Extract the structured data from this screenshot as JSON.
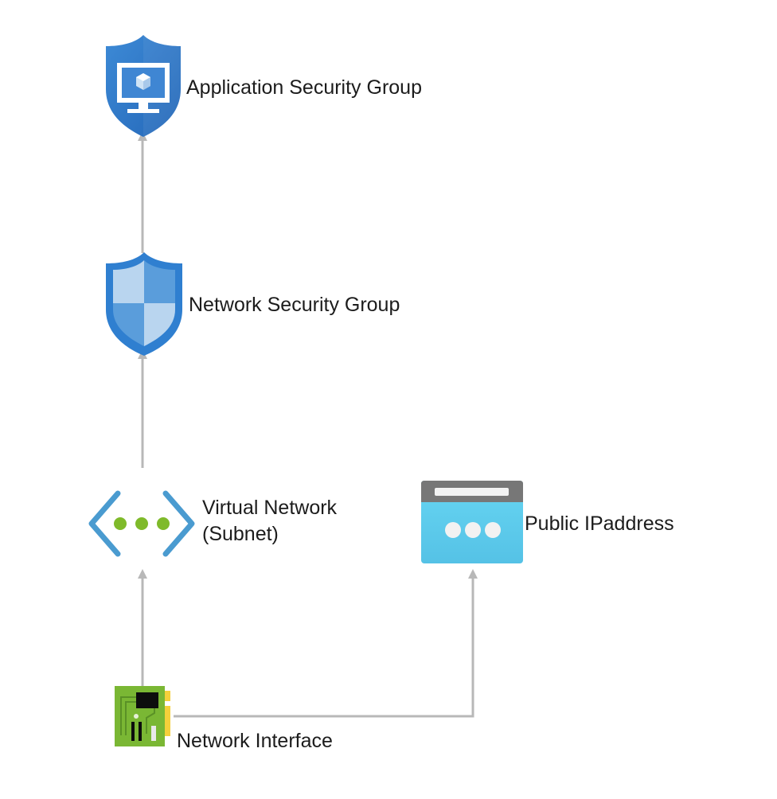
{
  "diagram": {
    "type": "architecture-dependency",
    "nodes": [
      {
        "id": "asg",
        "label": "Application Security Group",
        "icon": "application-security-group-icon"
      },
      {
        "id": "nsg",
        "label": "Network Security Group",
        "icon": "network-security-group-icon"
      },
      {
        "id": "vnet",
        "label_line1": "Virtual Network",
        "label_line2": "(Subnet)",
        "icon": "virtual-network-icon"
      },
      {
        "id": "pip",
        "label": "Public IPaddress",
        "icon": "public-ip-address-icon"
      },
      {
        "id": "nic",
        "label": "Network Interface",
        "icon": "network-interface-icon"
      }
    ],
    "edges": [
      {
        "from": "nsg",
        "to": "asg"
      },
      {
        "from": "vnet",
        "to": "nsg"
      },
      {
        "from": "nic",
        "to": "vnet"
      },
      {
        "from": "nic",
        "to": "pip"
      }
    ],
    "colors": {
      "connector": "#b8b8b8",
      "shield_blue": "#2f7fd0",
      "shield_light": "#b7d4ee",
      "vnet_bracket": "#4a9bd0",
      "vnet_dots": "#7fba2a",
      "pip_header": "#777777",
      "pip_body": "#5fd2ef",
      "nic_board": "#7ab734",
      "nic_connector": "#f5d03b"
    }
  }
}
